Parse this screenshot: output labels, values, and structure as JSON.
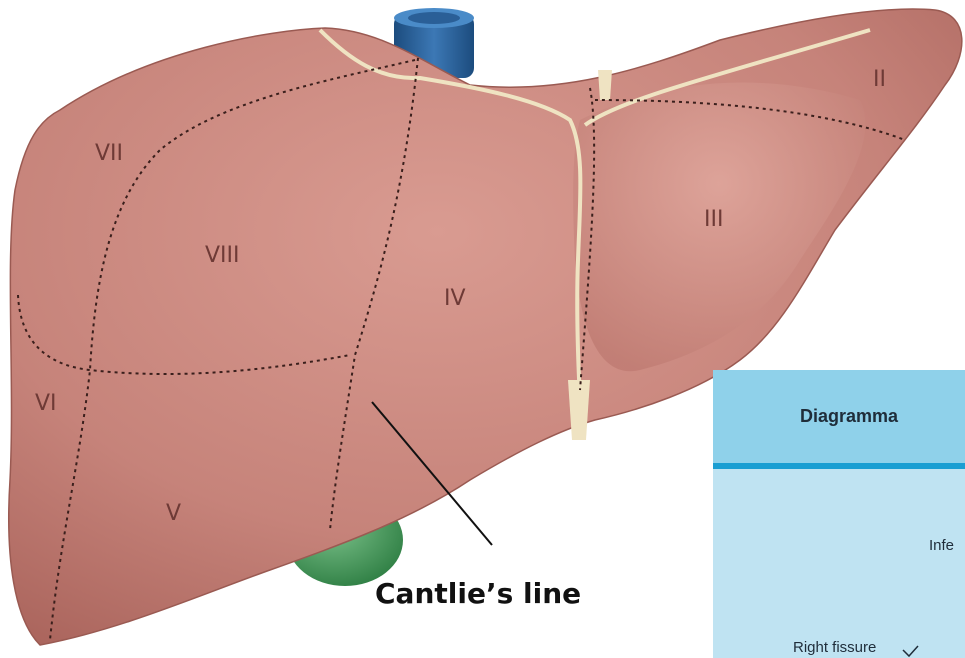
{
  "segments": {
    "s2": "II",
    "s3": "III",
    "s4": "IV",
    "s5": "V",
    "s6": "VI",
    "s7": "VII",
    "s8": "VIII"
  },
  "callout": {
    "label": "Cantlie’s line"
  },
  "inset": {
    "title": "Diagramma",
    "partial_label": "Infe",
    "right_fissure": "Right fissure"
  },
  "colors": {
    "liver": "#c8847b",
    "ivc": "#2a5f97",
    "gallbladder": "#3f9a56",
    "ligament": "#efe3c2",
    "inset_bg": "#bfe3f2",
    "inset_header": "#8fd1ea",
    "inset_rule": "#1a9ed2"
  }
}
